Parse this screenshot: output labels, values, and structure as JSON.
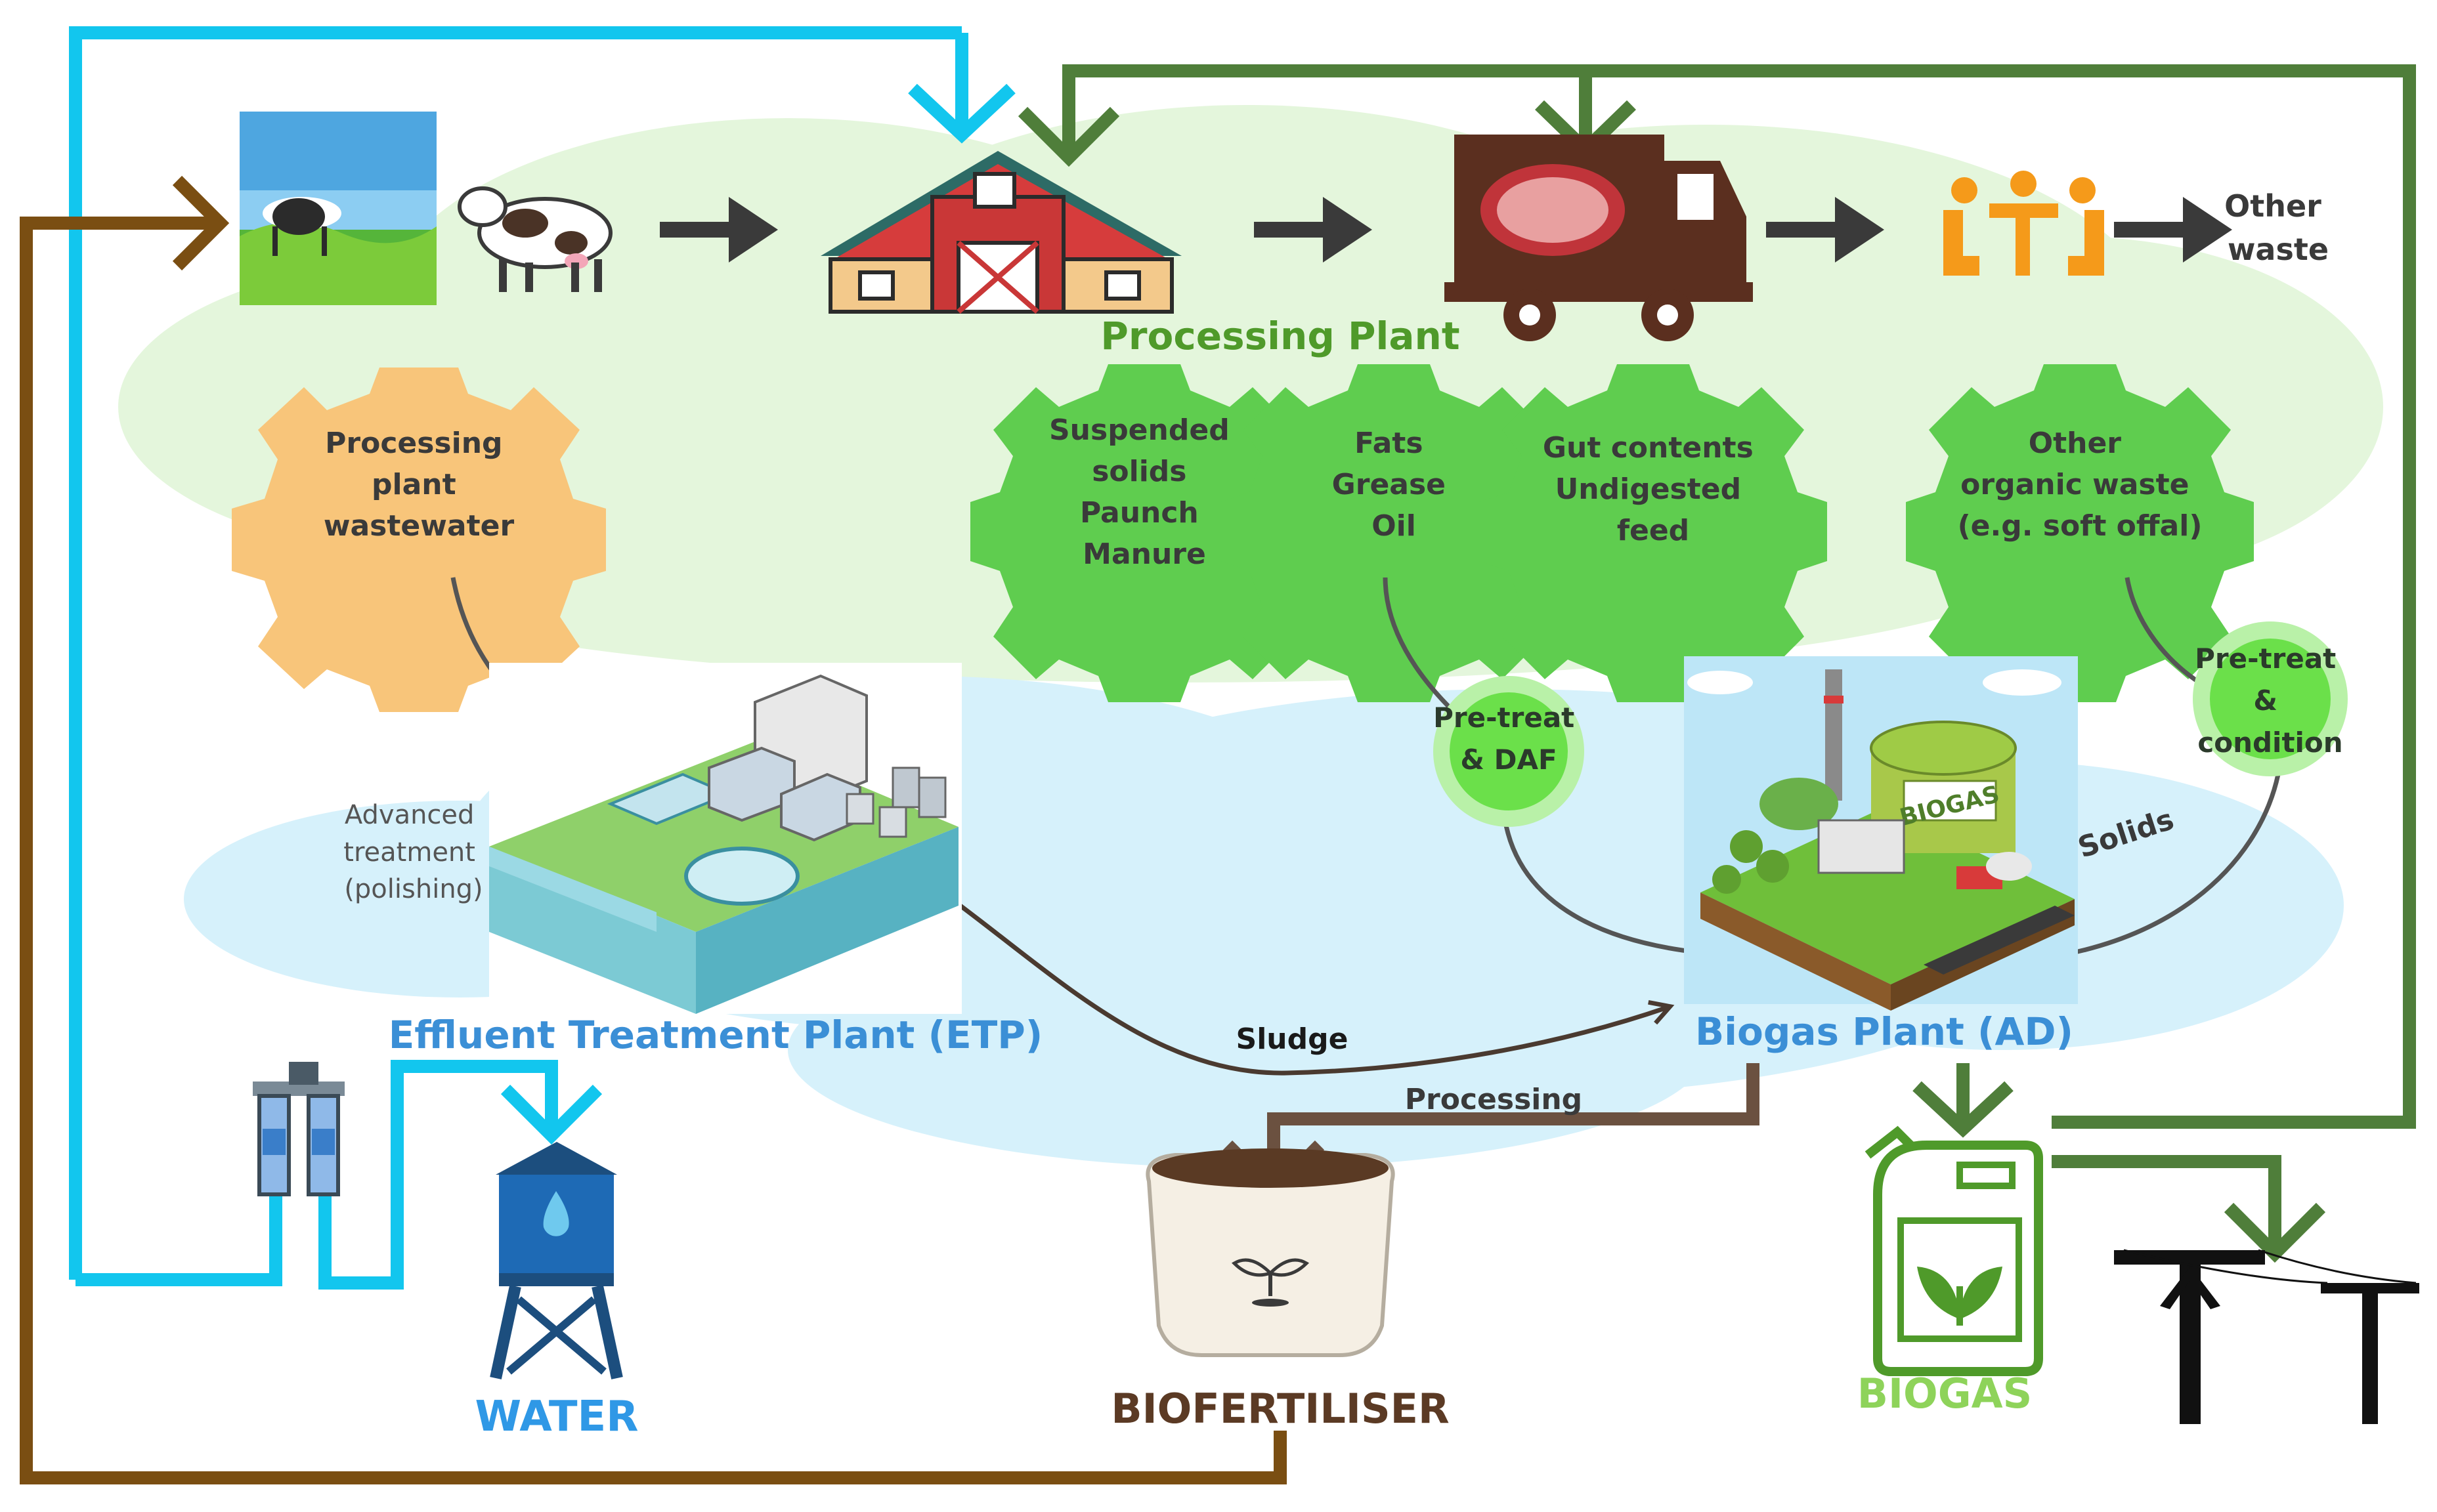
{
  "title_processing_plant": "Processing Plant",
  "other_waste": [
    "Other",
    "waste"
  ],
  "gears": {
    "wastewater": [
      "Processing",
      "plant",
      "wastewater"
    ],
    "suspended": [
      "Suspended",
      "solids",
      "Paunch",
      "Manure"
    ],
    "fats": [
      "Fats",
      "Grease",
      "Oil"
    ],
    "gut": [
      "Gut contents",
      "Undigested",
      "feed"
    ],
    "organic": [
      "Other",
      "organic waste",
      "(e.g. soft offal)"
    ]
  },
  "pretreat_daf": [
    "Pre-treat",
    "& DAF"
  ],
  "pretreat_condition": [
    "Pre-treat",
    "&",
    "condition"
  ],
  "advanced_treatment": [
    "Advanced",
    "treatment",
    "(polishing)"
  ],
  "etp_title": "Effluent Treatment Plant (ETP)",
  "biogas_plant_title": "Biogas Plant (AD)",
  "biogas_sign": "BIOGAS",
  "sludge_label": "Sludge",
  "solids_label": "Solids",
  "processing_label": "Processing",
  "outputs": {
    "water": "WATER",
    "biofertiliser": "BIOFERTILISER",
    "biogas": "BIOGAS"
  },
  "colors": {
    "cyan_loop": "#12c6ee",
    "green_loop": "#4f7e3a",
    "brown_loop": "#7a4e12",
    "gear_orange": "#f8c57a",
    "gear_green": "#5fcd4f",
    "cloud_green": "#e4f6dc",
    "cloud_blue": "#d6f1fb"
  }
}
